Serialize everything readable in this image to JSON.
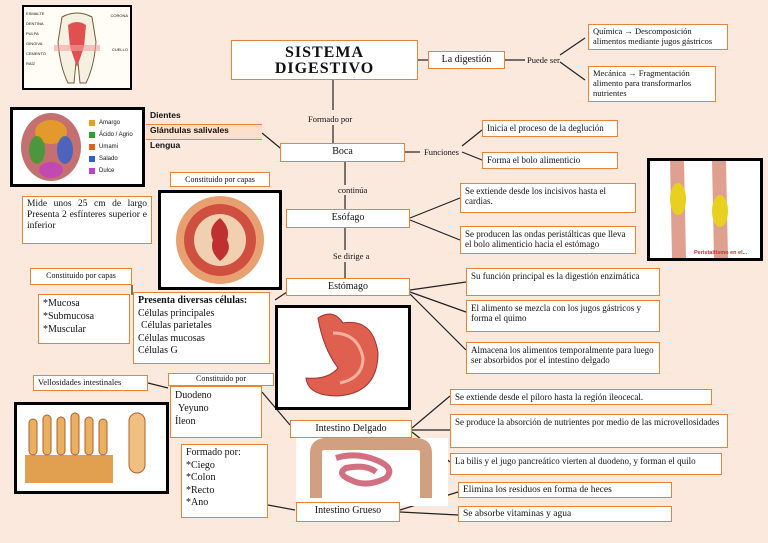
{
  "title": "SISTEMA DIGESTIVO",
  "digestion": {
    "label": "La digestión",
    "link": "Puede ser",
    "quimica": "Química → Descomposición alimentos mediante jugos gástricos",
    "mecanica": "Mecánica → Fragmentación alimento para transformarlos nutrientes"
  },
  "boca": {
    "link_top": "Formado por",
    "label": "Boca",
    "funciones": "Funciones",
    "f1": "Inicia el proceso de la deglución",
    "f2": "Forma el bolo alimenticio",
    "parts": [
      "Dientes",
      "Glándulas salivales",
      "Lengua"
    ],
    "continua": "continúa"
  },
  "tongue_legend": [
    "Amargo",
    "Ácido / Agrio",
    "Umami",
    "Salado",
    "Dulce"
  ],
  "tooth_labels": [
    "ESMALTE",
    "DENTINA",
    "PULPA",
    "GINGIVA",
    "CEMENTO",
    "RAÍZ",
    "CORONA",
    "CUELLO"
  ],
  "esofago": {
    "label": "Esófago",
    "constituido": "Constituido por capas",
    "desc": "Mide unos 25 cm de largo Presenta 2 esfínteres superior e inferior",
    "r1": "Se extiende desde los incisivos hasta el cardias.",
    "r2": "Se producen las ondas peristálticas que lleva el bolo alimenticio hacia el estómago",
    "peristalsis": "Peristaltismo en el...",
    "dirige": "Se dirige a"
  },
  "estomago": {
    "label": "Estómago",
    "constituido": "Constituido por capas",
    "capas": [
      "*Mucosa",
      "*Submucosa",
      "*Muscular"
    ],
    "celulas_title": "Presenta diversas células:",
    "celulas": [
      "Células principales",
      "Células parietales",
      "Células mucosas",
      "Células G"
    ],
    "r1": "Su función principal es la digestión enzimática",
    "r2": "El alimento se mezcla con los jugos gástricos y forma el quimo",
    "r3": "Almacena los alimentos temporalmente para luego ser absorbidos por el intestino delgado"
  },
  "delgado": {
    "label": "Intestino Delgado",
    "vellosidades": "Vellosidades intestinales",
    "constituido": "Constituido por",
    "partes": [
      "Duodeno",
      "Yeyuno",
      "Íleon"
    ],
    "r1": "Se extiende desde el píloro hasta la región ileocecal.",
    "r2": "Se produce la absorción de nutrientes por medio de las microvellosidades",
    "r3": "La bilis y el jugo pancreático vierten al duodeno, y forman el quilo"
  },
  "grueso": {
    "label": "Intestino Grueso",
    "formado": "Formado por:",
    "partes": [
      "*Ciego",
      "*Colon",
      "*Recto",
      "*Ano"
    ],
    "r1": "Elimina los residuos en forma de heces",
    "r2": "Se absorbe vitaminas y agua"
  },
  "colors": {
    "border": "#e8833a",
    "background": "#fbe9de"
  }
}
